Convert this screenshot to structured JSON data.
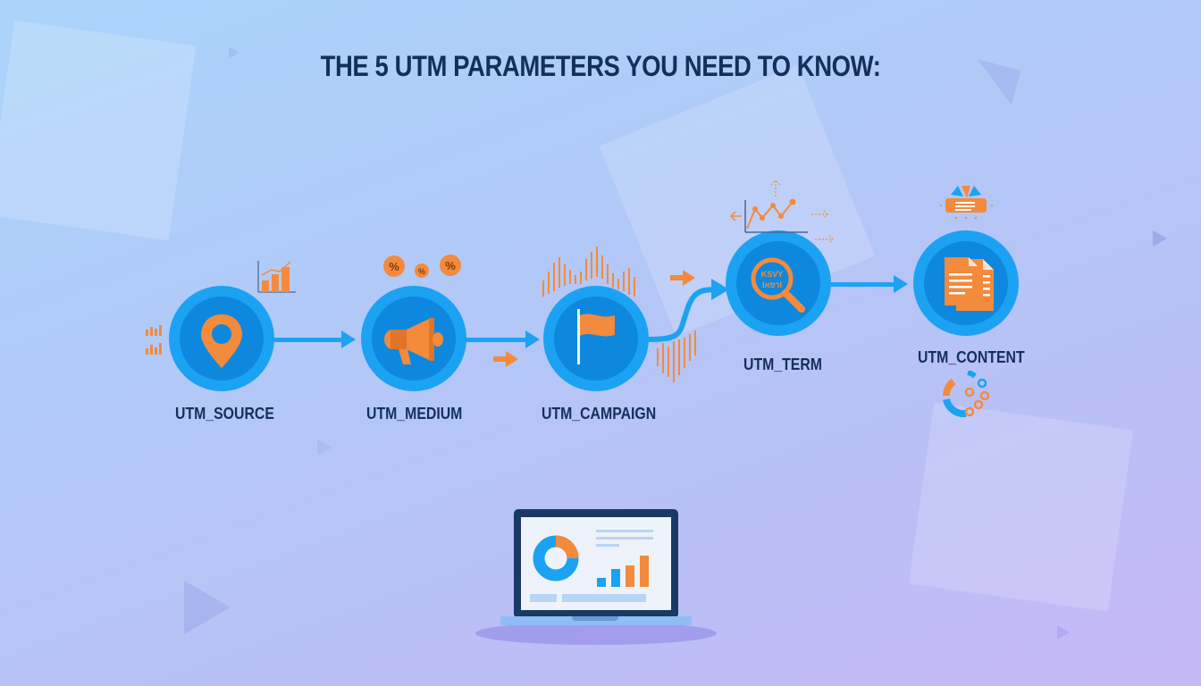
{
  "title": "THE 5 UTM PARAMETERS YOU NEED TO KNOW:",
  "steps": [
    {
      "id": "source",
      "label": "UTM_SOURCE",
      "icon": "location-pin-icon"
    },
    {
      "id": "medium",
      "label": "UTM_MEDIUM",
      "icon": "megaphone-icon"
    },
    {
      "id": "campaign",
      "label": "UTM_CAMPAIGN",
      "icon": "flag-icon"
    },
    {
      "id": "term",
      "label": "UTM_TERM",
      "icon": "magnifier-icon",
      "magnifier_text": [
        "KSVY",
        "ӀרפאI"
      ]
    },
    {
      "id": "content",
      "label": "UTM_CONTENT",
      "icon": "document-icon"
    }
  ],
  "decorations": {
    "medium_badges": [
      "%",
      "%",
      "%"
    ],
    "laptop": {
      "screen": "dashboard-with-donut-and-bar-chart"
    }
  },
  "colors": {
    "accent_blue": "#1ca2f2",
    "inner_blue": "#0d88de",
    "accent_orange": "#f48a3c",
    "title_navy": "#12305a"
  }
}
